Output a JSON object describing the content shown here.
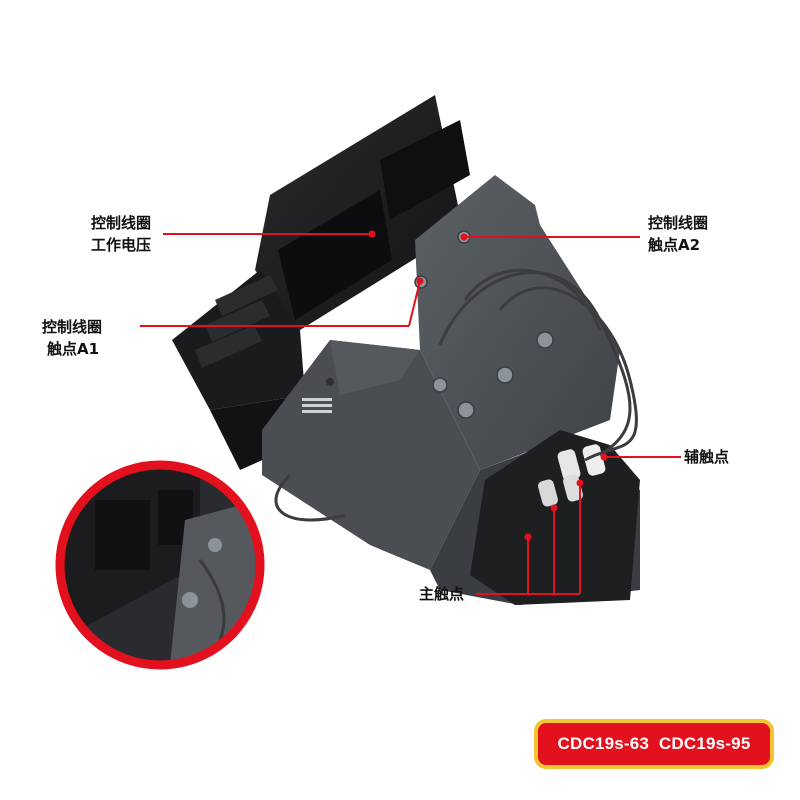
{
  "callouts": {
    "coil_voltage": [
      "控制线圈",
      "工作电压"
    ],
    "coil_contact_a2": [
      "控制线圈",
      "触点A2"
    ],
    "coil_contact_a1": [
      "控制线圈",
      "触点A1"
    ],
    "aux_contact": "辅触点",
    "main_contact": "主触点"
  },
  "badge": {
    "text": "CDC19s-63  CDC19s-95"
  },
  "colors": {
    "accent_red": "#e3101d",
    "badge_border": "#f4c531",
    "body_grey": "#4c5055",
    "coil_black": "#1c1c1e"
  }
}
